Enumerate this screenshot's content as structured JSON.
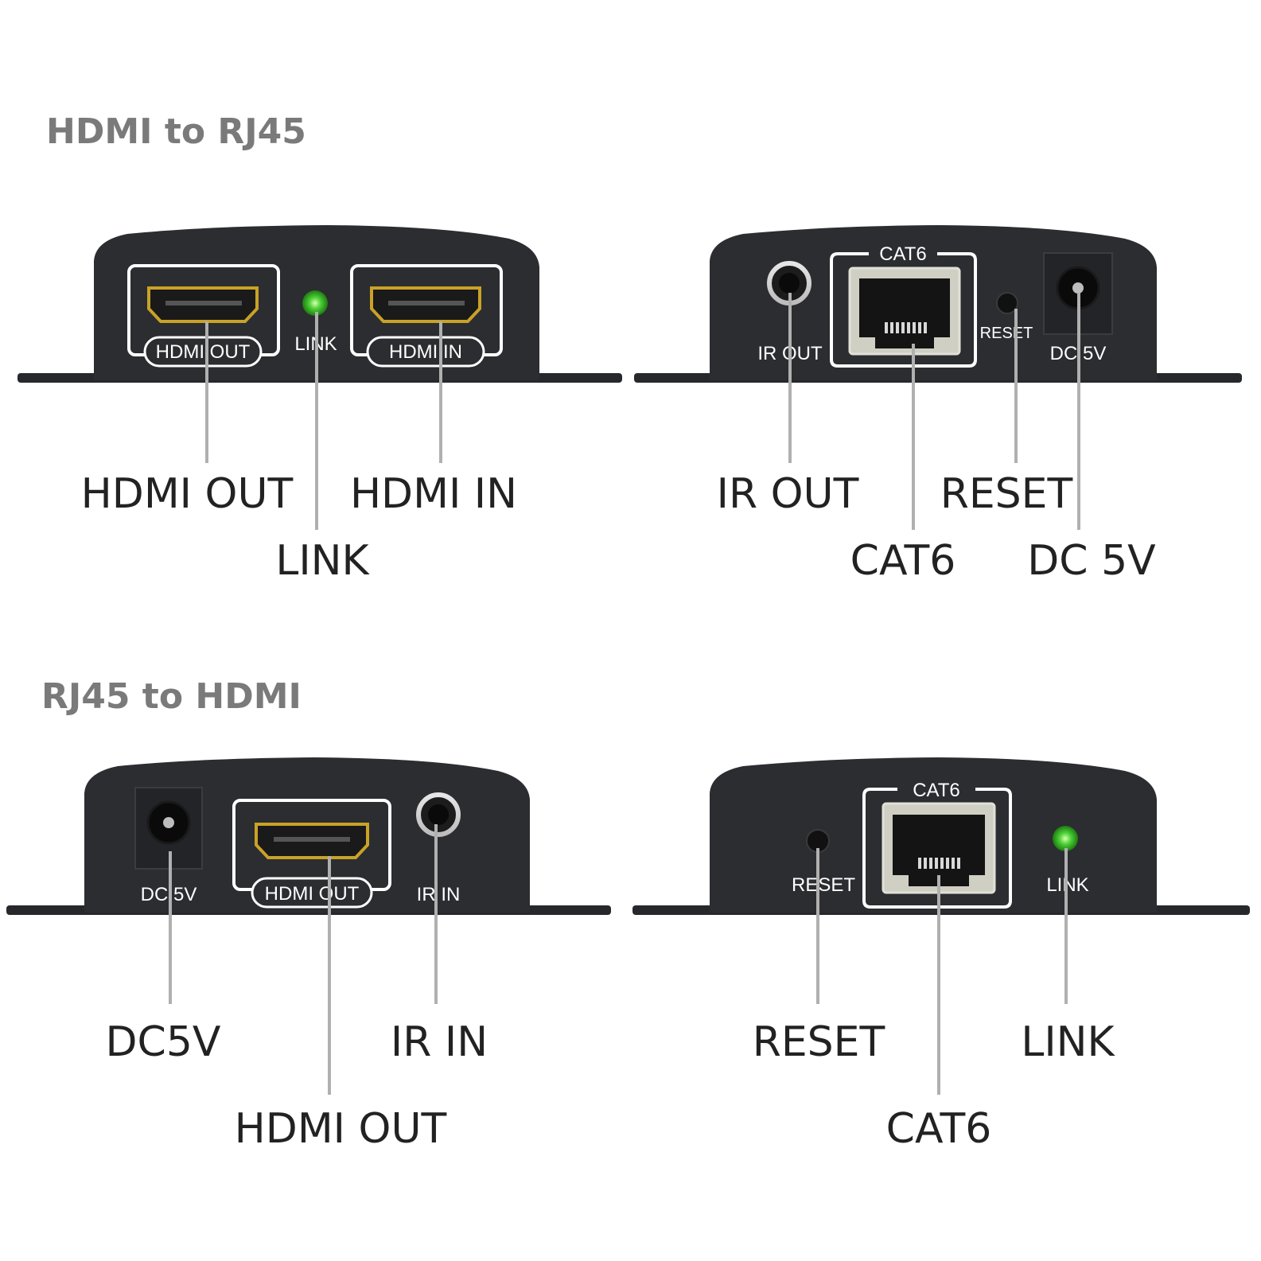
{
  "sections": [
    {
      "title": "HDMI to RJ45",
      "units": [
        {
          "panel": {
            "hdmi_out": "HDMI OUT",
            "link": "LINK",
            "hdmi_in": "HDMI IN"
          },
          "callouts": {
            "hdmi_out": "HDMI OUT",
            "link": "LINK",
            "hdmi_in": "HDMI IN"
          }
        },
        {
          "panel": {
            "cat6": "CAT6",
            "ir_out": "IR OUT",
            "reset": "RESET",
            "dc": "DC 5V"
          },
          "callouts": {
            "ir_out": "IR OUT",
            "cat6": "CAT6",
            "reset": "RESET",
            "dc": "DC 5V"
          }
        }
      ]
    },
    {
      "title": "RJ45 to HDMI",
      "units": [
        {
          "panel": {
            "dc": "DC 5V",
            "hdmi_out": "HDMI OUT",
            "ir_in": "IR IN"
          },
          "callouts": {
            "dc": "DC5V",
            "hdmi_out": "HDMI OUT",
            "ir_in": "IR IN"
          }
        },
        {
          "panel": {
            "cat6": "CAT6",
            "reset": "RESET",
            "link": "LINK"
          },
          "callouts": {
            "reset": "RESET",
            "cat6": "CAT6",
            "link": "LINK"
          }
        }
      ]
    }
  ],
  "colors": {
    "led": "#4cd137",
    "hdmi_gold": "#c9a227",
    "body": "#2b2d31",
    "title": "#7a7a7a"
  }
}
